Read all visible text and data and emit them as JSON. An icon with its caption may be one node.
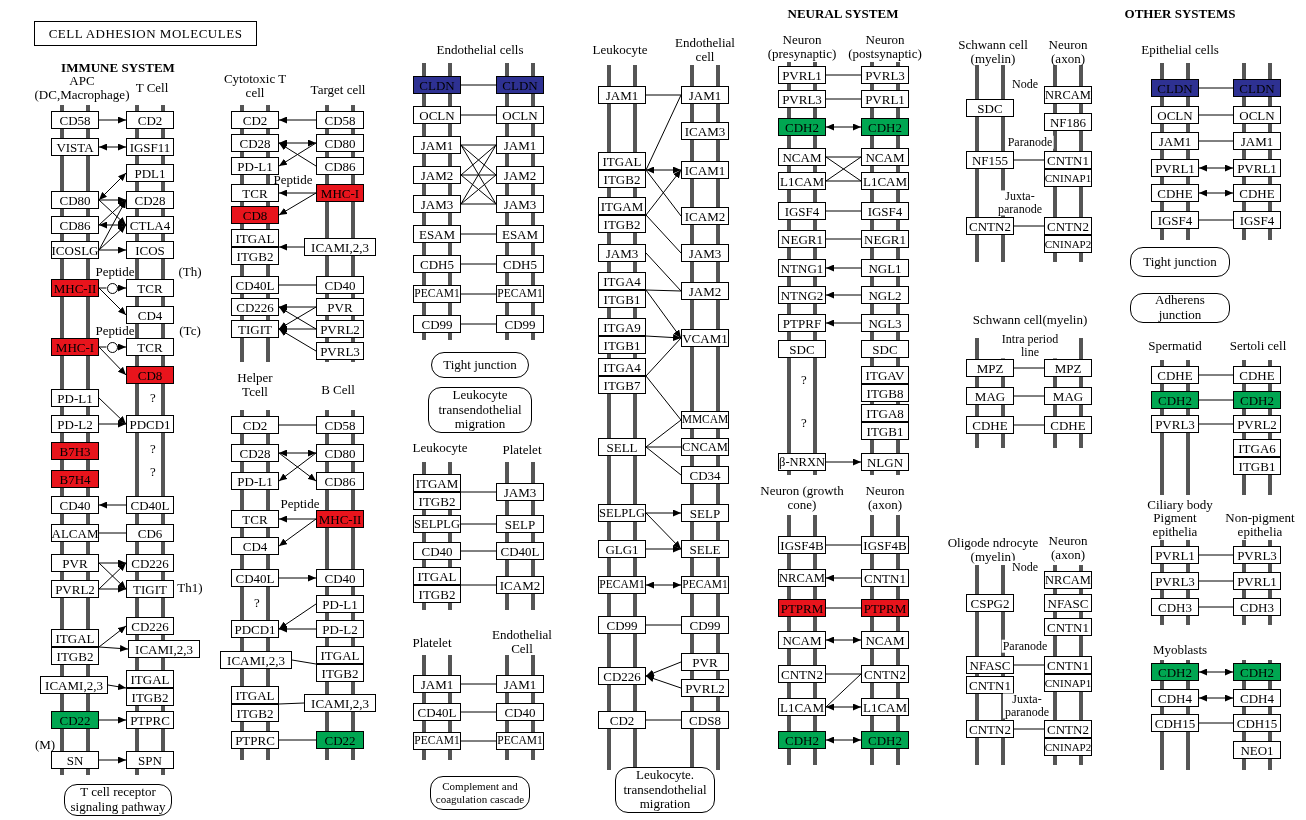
{
  "diagram": {
    "title": "CELL ADHESION MOLECULES",
    "nodes": [
      {
        "text": [
          "CD58"
        ]
      },
      {
        "text": [
          "CD2"
        ]
      },
      {
        "text": [
          "VISTA"
        ]
      },
      {
        "text": [
          "IGSF11"
        ]
      },
      {
        "text": [
          "PDL1"
        ]
      },
      {
        "text": [
          "CD80"
        ]
      },
      {
        "text": [
          "CD28"
        ]
      },
      {
        "text": [
          "CD86"
        ]
      },
      {
        "text": [
          "CTLA4"
        ]
      },
      {
        "text": [
          "ICOSLG"
        ]
      },
      {
        "text": [
          "ICOS"
        ]
      },
      {
        "text": [
          "MHC-II"
        ]
      },
      {
        "text": [],
        "shape": "circle"
      },
      {
        "text": [
          "TCR"
        ]
      },
      {
        "text": [
          "CD4"
        ]
      },
      {
        "text": [
          "MHC-I"
        ]
      },
      {
        "text": [],
        "shape": "circle"
      },
      {
        "text": [
          "TCR"
        ]
      },
      {
        "text": [
          "CD8"
        ]
      },
      {
        "text": [
          "PD-L1"
        ]
      },
      {
        "text": [
          "PD-L2"
        ]
      },
      {
        "text": [
          "PDCD1"
        ]
      },
      {
        "text": [
          "B7H3"
        ]
      },
      {
        "text": [
          "B7H4"
        ]
      },
      {
        "text": [
          "CD40"
        ]
      },
      {
        "text": [
          "CD40L"
        ]
      },
      {
        "text": [
          "ALCAM"
        ]
      },
      {
        "text": [
          "CD6"
        ]
      },
      {
        "text": [
          "PVR"
        ]
      },
      {
        "text": [
          "CD226"
        ]
      },
      {
        "text": [
          "PVRL2"
        ]
      },
      {
        "text": [
          "TIGIT"
        ]
      },
      {
        "text": [
          "CD226"
        ]
      },
      {
        "text": [
          "ITGAL"
        ]
      },
      {
        "text": [
          "ITGB2"
        ]
      },
      {
        "text": [
          "ICAMI,2,3"
        ]
      },
      {
        "text": [
          "ICAMI,2,3"
        ]
      },
      {
        "text": [
          "ITGAL"
        ]
      },
      {
        "text": [
          "ITGB2"
        ]
      },
      {
        "text": [
          "CD22"
        ]
      },
      {
        "text": [
          "PTPRC"
        ]
      },
      {
        "text": [
          "SN"
        ]
      },
      {
        "text": [
          "SPN"
        ]
      },
      {
        "text": [
          "T cell receptor signaling pathway"
        ]
      },
      {
        "text": [
          "CD2"
        ]
      },
      {
        "text": [
          "CD58"
        ]
      },
      {
        "text": [
          "CD28"
        ]
      },
      {
        "text": [
          "CD80"
        ]
      },
      {
        "text": [
          "PD-L1"
        ]
      },
      {
        "text": [
          "CD86"
        ]
      },
      {
        "text": [
          "TCR"
        ]
      },
      {
        "text": [
          "MHC-I"
        ]
      },
      {
        "text": [
          "CD8"
        ]
      },
      {
        "text": [
          "ITGAL"
        ]
      },
      {
        "text": [
          "ITGB2"
        ]
      },
      {
        "text": [
          "ICAMI,2,3"
        ]
      },
      {
        "text": [
          "CD40L"
        ]
      },
      {
        "text": [
          "CD40"
        ]
      },
      {
        "text": [
          "CD226"
        ]
      },
      {
        "text": [
          "PVR"
        ]
      },
      {
        "text": [
          "TIGIT"
        ]
      },
      {
        "text": [
          "PVRL2"
        ]
      },
      {
        "text": [
          "PVRL3"
        ]
      },
      {
        "text": [
          "CD2"
        ]
      },
      {
        "text": [
          "CD58"
        ]
      },
      {
        "text": [
          "CD28"
        ]
      },
      {
        "text": [
          "CD80"
        ]
      },
      {
        "text": [
          "PD-L1"
        ]
      },
      {
        "text": [
          "CD86"
        ]
      },
      {
        "text": [
          "TCR"
        ]
      },
      {
        "text": [
          "MHC-II"
        ]
      },
      {
        "text": [
          "CD4"
        ]
      },
      {
        "text": [
          "CD40L"
        ]
      },
      {
        "text": [
          "CD40"
        ]
      },
      {
        "text": [
          "PD-L1"
        ]
      },
      {
        "text": [
          "PDCD1"
        ]
      },
      {
        "text": [
          "PD-L2"
        ]
      },
      {
        "text": [
          "ICAMI,2,3"
        ]
      },
      {
        "text": [
          "ITGAL"
        ]
      },
      {
        "text": [
          "ITGB2"
        ]
      },
      {
        "text": [
          "ITGAL"
        ]
      },
      {
        "text": [
          "ITGB2"
        ]
      },
      {
        "text": [
          "ICAMI,2,3"
        ]
      },
      {
        "text": [
          "PTPRC"
        ]
      },
      {
        "text": [
          "CD22"
        ]
      },
      {
        "text": [
          "CLDN"
        ]
      },
      {
        "text": [
          "CLDN"
        ]
      },
      {
        "text": [
          "OCLN"
        ]
      },
      {
        "text": [
          "OCLN"
        ]
      },
      {
        "text": [
          "JAM1"
        ]
      },
      {
        "text": [
          "JAM1"
        ]
      },
      {
        "text": [
          "JAM2"
        ]
      },
      {
        "text": [
          "JAM2"
        ]
      },
      {
        "text": [
          "JAM3"
        ]
      },
      {
        "text": [
          "JAM3"
        ]
      },
      {
        "text": [
          "ESAM"
        ]
      },
      {
        "text": [
          "ESAM"
        ]
      },
      {
        "text": [
          "CDH5"
        ]
      },
      {
        "text": [
          "CDH5"
        ]
      },
      {
        "text": [
          "PECAM1"
        ]
      },
      {
        "text": [
          "PECAM1"
        ]
      },
      {
        "text": [
          "CD99"
        ]
      },
      {
        "text": [
          "CD99"
        ]
      },
      {
        "text": [
          "Tight junction"
        ]
      },
      {
        "text": [
          "Leukocyte transendothelial migration"
        ]
      },
      {
        "text": [
          "ITGAM"
        ]
      },
      {
        "text": [
          "ITGB2"
        ]
      },
      {
        "text": [
          "JAM3"
        ]
      },
      {
        "text": [
          "SELPLG"
        ]
      },
      {
        "text": [
          "SELP"
        ]
      },
      {
        "text": [
          "CD40"
        ]
      },
      {
        "text": [
          "CD40L"
        ]
      },
      {
        "text": [
          "ITGAL"
        ]
      },
      {
        "text": [
          "ITGB2"
        ]
      },
      {
        "text": [
          "ICAM2"
        ]
      },
      {
        "text": [
          "JAM1"
        ]
      },
      {
        "text": [
          "JAM1"
        ]
      },
      {
        "text": [
          "CD40L"
        ]
      },
      {
        "text": [
          "CD40"
        ]
      },
      {
        "text": [
          "PECAM1"
        ]
      },
      {
        "text": [
          "PECAM1"
        ]
      },
      {
        "text": [
          "Complement and coagulation cascade"
        ]
      },
      {
        "text": [
          "JAM1"
        ]
      },
      {
        "text": [
          "JAM1"
        ]
      },
      {
        "text": [
          "ICAM3"
        ]
      },
      {
        "text": [
          "ITGAL"
        ]
      },
      {
        "text": [
          "ITGB2"
        ]
      },
      {
        "text": [
          "ICAM1"
        ]
      },
      {
        "text": [
          "ITGAM"
        ]
      },
      {
        "text": [
          "ITGB2"
        ]
      },
      {
        "text": [
          "ICAM2"
        ]
      },
      {
        "text": [
          "JAM3"
        ]
      },
      {
        "text": [
          "JAM3"
        ]
      },
      {
        "text": [
          "ITGA4"
        ]
      },
      {
        "text": [
          "ITGB1"
        ]
      },
      {
        "text": [
          "JAM2"
        ]
      },
      {
        "text": [
          "ITGA9"
        ]
      },
      {
        "text": [
          "ITGB1"
        ]
      },
      {
        "text": [
          "VCAM1"
        ]
      },
      {
        "text": [
          "ITGA4"
        ]
      },
      {
        "text": [
          "ITGB7"
        ]
      },
      {
        "text": [
          "MMCAM"
        ]
      },
      {
        "text": [
          "SELL"
        ]
      },
      {
        "text": [
          "CNCAM"
        ]
      },
      {
        "text": [
          "CD34"
        ]
      },
      {
        "text": [
          "SELPLG"
        ]
      },
      {
        "text": [
          "SELP"
        ]
      },
      {
        "text": [
          "GLG1"
        ]
      },
      {
        "text": [
          "SELE"
        ]
      },
      {
        "text": [
          "PECAM1"
        ]
      },
      {
        "text": [
          "PECAM1"
        ]
      },
      {
        "text": [
          "CD99"
        ]
      },
      {
        "text": [
          "CD99"
        ]
      },
      {
        "text": [
          "PVR"
        ]
      },
      {
        "text": [
          "CD226"
        ]
      },
      {
        "text": [
          "PVRL2"
        ]
      },
      {
        "text": [
          "CD2"
        ]
      },
      {
        "text": [
          "CDS8"
        ]
      },
      {
        "text": [
          "Leukocyte. transendothelial migration"
        ]
      },
      {
        "text": [
          "PVRL1"
        ]
      },
      {
        "text": [
          "PVRL3"
        ]
      },
      {
        "text": [
          "PVRL3"
        ]
      },
      {
        "text": [
          "PVRL1"
        ]
      },
      {
        "text": [
          "CDH2"
        ]
      },
      {
        "text": [
          "CDH2"
        ]
      },
      {
        "text": [
          "NCAM"
        ]
      },
      {
        "text": [
          "NCAM"
        ]
      },
      {
        "text": [
          "L1CAM"
        ]
      },
      {
        "text": [
          "L1CAM"
        ]
      },
      {
        "text": [
          "IGSF4"
        ]
      },
      {
        "text": [
          "IGSF4"
        ]
      },
      {
        "text": [
          "NEGR1"
        ]
      },
      {
        "text": [
          "NEGR1"
        ]
      },
      {
        "text": [
          "NTNG1"
        ]
      },
      {
        "text": [
          "NGL1"
        ]
      },
      {
        "text": [
          "NTNG2"
        ]
      },
      {
        "text": [
          "NGL2"
        ]
      },
      {
        "text": [
          "PTPRF"
        ]
      },
      {
        "text": [
          "NGL3"
        ]
      },
      {
        "text": [
          "SDC"
        ]
      },
      {
        "text": [
          "SDC"
        ]
      },
      {
        "text": [
          "ITGAV"
        ]
      },
      {
        "text": [
          "ITGB8"
        ]
      },
      {
        "text": [
          "ITGA8"
        ]
      },
      {
        "text": [
          "ITGB1"
        ]
      },
      {
        "text": [
          "β-NRXN"
        ]
      },
      {
        "text": [
          "NLGN"
        ]
      },
      {
        "text": [
          "IGSF4B"
        ]
      },
      {
        "text": [
          "IGSF4B"
        ]
      },
      {
        "text": [
          "NRCAM"
        ]
      },
      {
        "text": [
          "CNTN1"
        ]
      },
      {
        "text": [
          "PTPRM"
        ]
      },
      {
        "text": [
          "PTPRM"
        ]
      },
      {
        "text": [
          "NCAM"
        ]
      },
      {
        "text": [
          "NCAM"
        ]
      },
      {
        "text": [
          "CNTN2"
        ]
      },
      {
        "text": [
          "CNTN2"
        ]
      },
      {
        "text": [
          "L1CAM"
        ]
      },
      {
        "text": [
          "L1CAM"
        ]
      },
      {
        "text": [
          "CDH2"
        ]
      },
      {
        "text": [
          "CDH2"
        ]
      },
      {
        "text": [
          "NRCAM"
        ]
      },
      {
        "text": [
          "SDC"
        ]
      },
      {
        "text": [
          "NF186"
        ]
      },
      {
        "text": [
          "NF155"
        ]
      },
      {
        "text": [
          "CNTN1"
        ]
      },
      {
        "text": [
          "CNINAP1"
        ]
      },
      {
        "text": [
          "CNTN2"
        ]
      },
      {
        "text": [
          "CNTN2"
        ]
      },
      {
        "text": [
          "CNINAP2"
        ]
      },
      {
        "text": [
          "MPZ"
        ]
      },
      {
        "text": [
          "MPZ"
        ]
      },
      {
        "text": [
          "MAG"
        ]
      },
      {
        "text": [
          "MAG"
        ]
      },
      {
        "text": [
          "CDHE"
        ]
      },
      {
        "text": [
          "CDHE"
        ]
      },
      {
        "text": [
          "NRCAM"
        ]
      },
      {
        "text": [
          "CSPG2"
        ]
      },
      {
        "text": [
          "NFASC"
        ]
      },
      {
        "text": [
          "CNTN1"
        ]
      },
      {
        "text": [
          "NFASC"
        ]
      },
      {
        "text": [
          "CNTN1"
        ]
      },
      {
        "text": [
          "CNINAP1"
        ]
      },
      {
        "text": [
          "CNTN1"
        ]
      },
      {
        "text": [
          "CNTN2"
        ]
      },
      {
        "text": [
          "CNTN2"
        ]
      },
      {
        "text": [
          "CNINAP2"
        ]
      },
      {
        "text": [
          "CLDN"
        ]
      },
      {
        "text": [
          "CLDN"
        ]
      },
      {
        "text": [
          "OCLN"
        ]
      },
      {
        "text": [
          "OCLN"
        ]
      },
      {
        "text": [
          "JAM1"
        ]
      },
      {
        "text": [
          "JAM1"
        ]
      },
      {
        "text": [
          "PVRL1"
        ]
      },
      {
        "text": [
          "PVRL1"
        ]
      },
      {
        "text": [
          "CDHE"
        ]
      },
      {
        "text": [
          "CDHE"
        ]
      },
      {
        "text": [
          "IGSF4"
        ]
      },
      {
        "text": [
          "IGSF4"
        ]
      },
      {
        "text": [
          "Tight junction"
        ]
      },
      {
        "text": [
          "Adherens junction"
        ]
      },
      {
        "text": [
          "CDHE"
        ]
      },
      {
        "text": [
          "CDHE"
        ]
      },
      {
        "text": [
          "CDH2"
        ]
      },
      {
        "text": [
          "CDH2"
        ]
      },
      {
        "text": [
          "PVRL3"
        ]
      },
      {
        "text": [
          "PVRL2"
        ]
      },
      {
        "text": [
          "ITGA6"
        ]
      },
      {
        "text": [
          "ITGB1"
        ]
      },
      {
        "text": [
          "PVRL1"
        ]
      },
      {
        "text": [
          "PVRL3"
        ]
      },
      {
        "text": [
          "PVRL3"
        ]
      },
      {
        "text": [
          "PVRL1"
        ]
      },
      {
        "text": [
          "CDH3"
        ]
      },
      {
        "text": [
          "CDH3"
        ]
      },
      {
        "text": [
          "CDH2"
        ]
      },
      {
        "text": [
          "CDH2"
        ]
      },
      {
        "text": [
          "CDH4"
        ]
      },
      {
        "text": [
          "CDH4"
        ]
      },
      {
        "text": [
          "CDH15"
        ]
      },
      {
        "text": [
          "CDH15"
        ]
      },
      {
        "text": [
          "NEO1"
        ]
      }
    ],
    "edges": [
      {
        "from": 0,
        "to": 1,
        "arrow": "to"
      },
      {
        "from": 2,
        "to": 3,
        "arrow": "both"
      },
      {
        "from": 5,
        "to": 4,
        "arrow": "both"
      },
      {
        "from": 5,
        "to": 6,
        "arrow": "to"
      },
      {
        "from": 5,
        "to": 8,
        "arrow": "to"
      },
      {
        "from": 7,
        "to": 6,
        "arrow": "to"
      },
      {
        "from": 7,
        "to": 8,
        "arrow": "both"
      },
      {
        "from": 9,
        "to": 10,
        "arrow": "to"
      },
      {
        "from": 9,
        "to": 6,
        "arrow": "to"
      },
      {
        "from": 9,
        "to": 8,
        "arrow": "to"
      },
      {
        "from": 11,
        "to": 12,
        "arrow": "none"
      },
      {
        "from": 12,
        "to": 13,
        "arrow": "to"
      },
      {
        "from": 11,
        "to": 14,
        "arrow": "to"
      },
      {
        "from": 15,
        "to": 16,
        "arrow": "none"
      },
      {
        "from": 16,
        "to": 17,
        "arrow": "to"
      },
      {
        "from": 15,
        "to": 18,
        "arrow": "to"
      },
      {
        "from": 19,
        "to": 21,
        "arrow": "to"
      },
      {
        "from": 20,
        "to": 21,
        "arrow": "to"
      },
      {
        "from": 25,
        "to": 24,
        "arrow": "to"
      },
      {
        "from": 26,
        "to": 27,
        "arrow": "none"
      },
      {
        "from": 28,
        "to": 29,
        "arrow": "to"
      },
      {
        "from": 28,
        "to": 31,
        "arrow": "to"
      },
      {
        "from": 30,
        "to": 29,
        "arrow": "to"
      },
      {
        "from": 30,
        "to": 31,
        "arrow": "to"
      },
      {
        "from": 33,
        "to": 32,
        "arrow": "to"
      },
      {
        "from": 33,
        "to": 35,
        "arrow": "to"
      },
      {
        "from": 36,
        "to": 37,
        "arrow": "to"
      },
      {
        "from": 39,
        "to": 40,
        "arrow": "to"
      },
      {
        "from": 41,
        "to": 42,
        "arrow": "to"
      },
      {
        "from": 45,
        "to": 44,
        "arrow": "to"
      },
      {
        "from": 46,
        "to": 47,
        "arrow": "both"
      },
      {
        "from": 49,
        "to": 46,
        "arrow": "to"
      },
      {
        "from": 47,
        "to": 48,
        "arrow": "to"
      },
      {
        "from": 51,
        "to": 50,
        "arrow": "to"
      },
      {
        "from": 51,
        "to": 52,
        "arrow": "to"
      },
      {
        "from": 55,
        "to": 53,
        "arrow": "to"
      },
      {
        "from": 56,
        "to": 57,
        "arrow": "none"
      },
      {
        "from": 59,
        "to": 58,
        "arrow": "to"
      },
      {
        "from": 59,
        "to": 60,
        "arrow": "to"
      },
      {
        "from": 61,
        "to": 58,
        "arrow": "to"
      },
      {
        "from": 61,
        "to": 60,
        "arrow": "to"
      },
      {
        "from": 62,
        "to": 60,
        "arrow": "to"
      },
      {
        "from": 63,
        "to": 64,
        "arrow": "none"
      },
      {
        "from": 65,
        "to": 66,
        "arrow": "both"
      },
      {
        "from": 66,
        "to": 67,
        "arrow": "to"
      },
      {
        "from": 65,
        "to": 68,
        "arrow": "to"
      },
      {
        "from": 70,
        "to": 69,
        "arrow": "to"
      },
      {
        "from": 70,
        "to": 71,
        "arrow": "to"
      },
      {
        "from": 72,
        "to": 73,
        "arrow": "to"
      },
      {
        "from": 74,
        "to": 75,
        "arrow": "to"
      },
      {
        "from": 76,
        "to": 75,
        "arrow": "to"
      },
      {
        "from": 77,
        "to": 78,
        "arrow": "none"
      },
      {
        "from": 80,
        "to": 82,
        "arrow": "none"
      },
      {
        "from": 83,
        "to": 84,
        "arrow": "none"
      },
      {
        "from": 85,
        "to": 86,
        "arrow": "none"
      },
      {
        "from": 87,
        "to": 88,
        "arrow": "none"
      },
      {
        "from": 89,
        "to": 90,
        "arrow": "none"
      },
      {
        "from": 89,
        "to": 92,
        "arrow": "none"
      },
      {
        "from": 89,
        "to": 94,
        "arrow": "none"
      },
      {
        "from": 91,
        "to": 90,
        "arrow": "none"
      },
      {
        "from": 91,
        "to": 92,
        "arrow": "none"
      },
      {
        "from": 91,
        "to": 94,
        "arrow": "none"
      },
      {
        "from": 93,
        "to": 90,
        "arrow": "none"
      },
      {
        "from": 93,
        "to": 92,
        "arrow": "none"
      },
      {
        "from": 93,
        "to": 94,
        "arrow": "none"
      },
      {
        "from": 95,
        "to": 96,
        "arrow": "none"
      },
      {
        "from": 97,
        "to": 98,
        "arrow": "none"
      },
      {
        "from": 99,
        "to": 100,
        "arrow": "none"
      },
      {
        "from": 101,
        "to": 102,
        "arrow": "none"
      },
      {
        "from": 105,
        "to": 107,
        "arrow": "none"
      },
      {
        "from": 108,
        "to": 109,
        "arrow": "none"
      },
      {
        "from": 110,
        "to": 111,
        "arrow": "none"
      },
      {
        "from": 112,
        "to": 114,
        "arrow": "none"
      },
      {
        "from": 115,
        "to": 116,
        "arrow": "none"
      },
      {
        "from": 117,
        "to": 118,
        "arrow": "none"
      },
      {
        "from": 119,
        "to": 120,
        "arrow": "none"
      },
      {
        "from": 122,
        "to": 123,
        "arrow": "none"
      },
      {
        "from": 125,
        "to": 123,
        "arrow": "none"
      },
      {
        "from": 125,
        "to": 127,
        "arrow": "both"
      },
      {
        "from": 125,
        "to": 130,
        "arrow": "none"
      },
      {
        "from": 128,
        "to": 127,
        "arrow": "to"
      },
      {
        "from": 128,
        "to": 132,
        "arrow": "none"
      },
      {
        "from": 131,
        "to": 135,
        "arrow": "none"
      },
      {
        "from": 133,
        "to": 135,
        "arrow": "none"
      },
      {
        "from": 133,
        "to": 138,
        "arrow": "to"
      },
      {
        "from": 136,
        "to": 138,
        "arrow": "to"
      },
      {
        "from": 139,
        "to": 138,
        "arrow": "none"
      },
      {
        "from": 139,
        "to": 141,
        "arrow": "none"
      },
      {
        "from": 142,
        "to": 141,
        "arrow": "none"
      },
      {
        "from": 142,
        "to": 143,
        "arrow": "none"
      },
      {
        "from": 142,
        "to": 144,
        "arrow": "none"
      },
      {
        "from": 145,
        "to": 146,
        "arrow": "to"
      },
      {
        "from": 145,
        "to": 148,
        "arrow": "to"
      },
      {
        "from": 147,
        "to": 148,
        "arrow": "to"
      },
      {
        "from": 149,
        "to": 150,
        "arrow": "both"
      },
      {
        "from": 151,
        "to": 152,
        "arrow": "none"
      },
      {
        "from": 153,
        "to": 154,
        "arrow": "to"
      },
      {
        "from": 155,
        "to": 154,
        "arrow": "to"
      },
      {
        "from": 156,
        "to": 157,
        "arrow": "none"
      },
      {
        "from": 159,
        "to": 160,
        "arrow": "none"
      },
      {
        "from": 161,
        "to": 162,
        "arrow": "none"
      },
      {
        "from": 163,
        "to": 164,
        "arrow": "both"
      },
      {
        "from": 165,
        "to": 166,
        "arrow": "none"
      },
      {
        "from": 165,
        "to": 168,
        "arrow": "none"
      },
      {
        "from": 167,
        "to": 166,
        "arrow": "none"
      },
      {
        "from": 167,
        "to": 168,
        "arrow": "none"
      },
      {
        "from": 169,
        "to": 170,
        "arrow": "none"
      },
      {
        "from": 171,
        "to": 172,
        "arrow": "none"
      },
      {
        "from": 174,
        "to": 173,
        "arrow": "to"
      },
      {
        "from": 176,
        "to": 175,
        "arrow": "to"
      },
      {
        "from": 178,
        "to": 177,
        "arrow": "to"
      },
      {
        "from": 185,
        "to": 186,
        "arrow": "to"
      },
      {
        "from": 187,
        "to": 188,
        "arrow": "none"
      },
      {
        "from": 190,
        "to": 189,
        "arrow": "to"
      },
      {
        "from": 191,
        "to": 192,
        "arrow": "none"
      },
      {
        "from": 193,
        "to": 194,
        "arrow": "both"
      },
      {
        "from": 195,
        "to": 196,
        "arrow": "none"
      },
      {
        "from": 196,
        "to": 197,
        "arrow": "none"
      },
      {
        "from": 197,
        "to": 198,
        "arrow": "both"
      },
      {
        "from": 199,
        "to": 200,
        "arrow": "both"
      },
      {
        "from": 204,
        "to": 205,
        "arrow": "none"
      },
      {
        "from": 207,
        "to": 208,
        "arrow": "none"
      },
      {
        "from": 210,
        "to": 211,
        "arrow": "none"
      },
      {
        "from": 212,
        "to": 213,
        "arrow": "none"
      },
      {
        "from": 214,
        "to": 215,
        "arrow": "none"
      },
      {
        "from": 220,
        "to": 221,
        "arrow": "none"
      },
      {
        "from": 224,
        "to": 225,
        "arrow": "none"
      },
      {
        "from": 227,
        "to": 228,
        "arrow": "none"
      },
      {
        "from": 229,
        "to": 230,
        "arrow": "none"
      },
      {
        "from": 231,
        "to": 232,
        "arrow": "none"
      },
      {
        "from": 233,
        "to": 234,
        "arrow": "both"
      },
      {
        "from": 235,
        "to": 236,
        "arrow": "both"
      },
      {
        "from": 237,
        "to": 238,
        "arrow": "none"
      },
      {
        "from": 241,
        "to": 242,
        "arrow": "none"
      },
      {
        "from": 243,
        "to": 244,
        "arrow": "none"
      },
      {
        "from": 245,
        "to": 246,
        "arrow": "none"
      },
      {
        "from": 249,
        "to": 250,
        "arrow": "none"
      },
      {
        "from": 251,
        "to": 252,
        "arrow": "none"
      },
      {
        "from": 253,
        "to": 254,
        "arrow": "none"
      },
      {
        "from": 255,
        "to": 256,
        "arrow": "both"
      },
      {
        "from": 257,
        "to": 258,
        "arrow": "both"
      },
      {
        "from": 259,
        "to": 260,
        "arrow": "none"
      }
    ],
    "labels": [
      "IMMUNE SYSTEM",
      "APC (DC,Macrophage)",
      "T Cell",
      "Peptide",
      "(Th)",
      "Peptide",
      "(Tc)",
      "?",
      "?",
      "?",
      "Th1)",
      "(M)",
      "Cytotoxic T cell",
      "Target cell",
      "Peptide",
      "Helper Tcell",
      "B Cell",
      "Peptide",
      "?",
      "Endothelial cells",
      "Leukocyte",
      "Platelet",
      "Platelet",
      "Endothelial Cell",
      "Leukocyte",
      "Endothelial cell",
      "NEURAL SYSTEM",
      "Neuron (presynaptic)",
      "Neuron (postsynaptic)",
      "?",
      "?",
      "Neuron (growth cone)",
      "Neuron (axon)",
      "Schwann cell (myelin)",
      "Neuron (axon)",
      "Node",
      "Paranode",
      "Juxta-paranode",
      "Schwann cell(myelin)",
      "Intra period line",
      "Oligode ndrocyte (myelin)",
      "Neuron (axon)",
      "Node",
      "Paranode",
      "Juxta-paranode",
      "OTHER SYSTEMS",
      "Epithelial cells",
      "Spermatid",
      "Sertoli cell",
      "Ciliary body",
      "Pigment epithelia",
      "Non-pigment epithelia",
      "Myoblasts"
    ]
  }
}
